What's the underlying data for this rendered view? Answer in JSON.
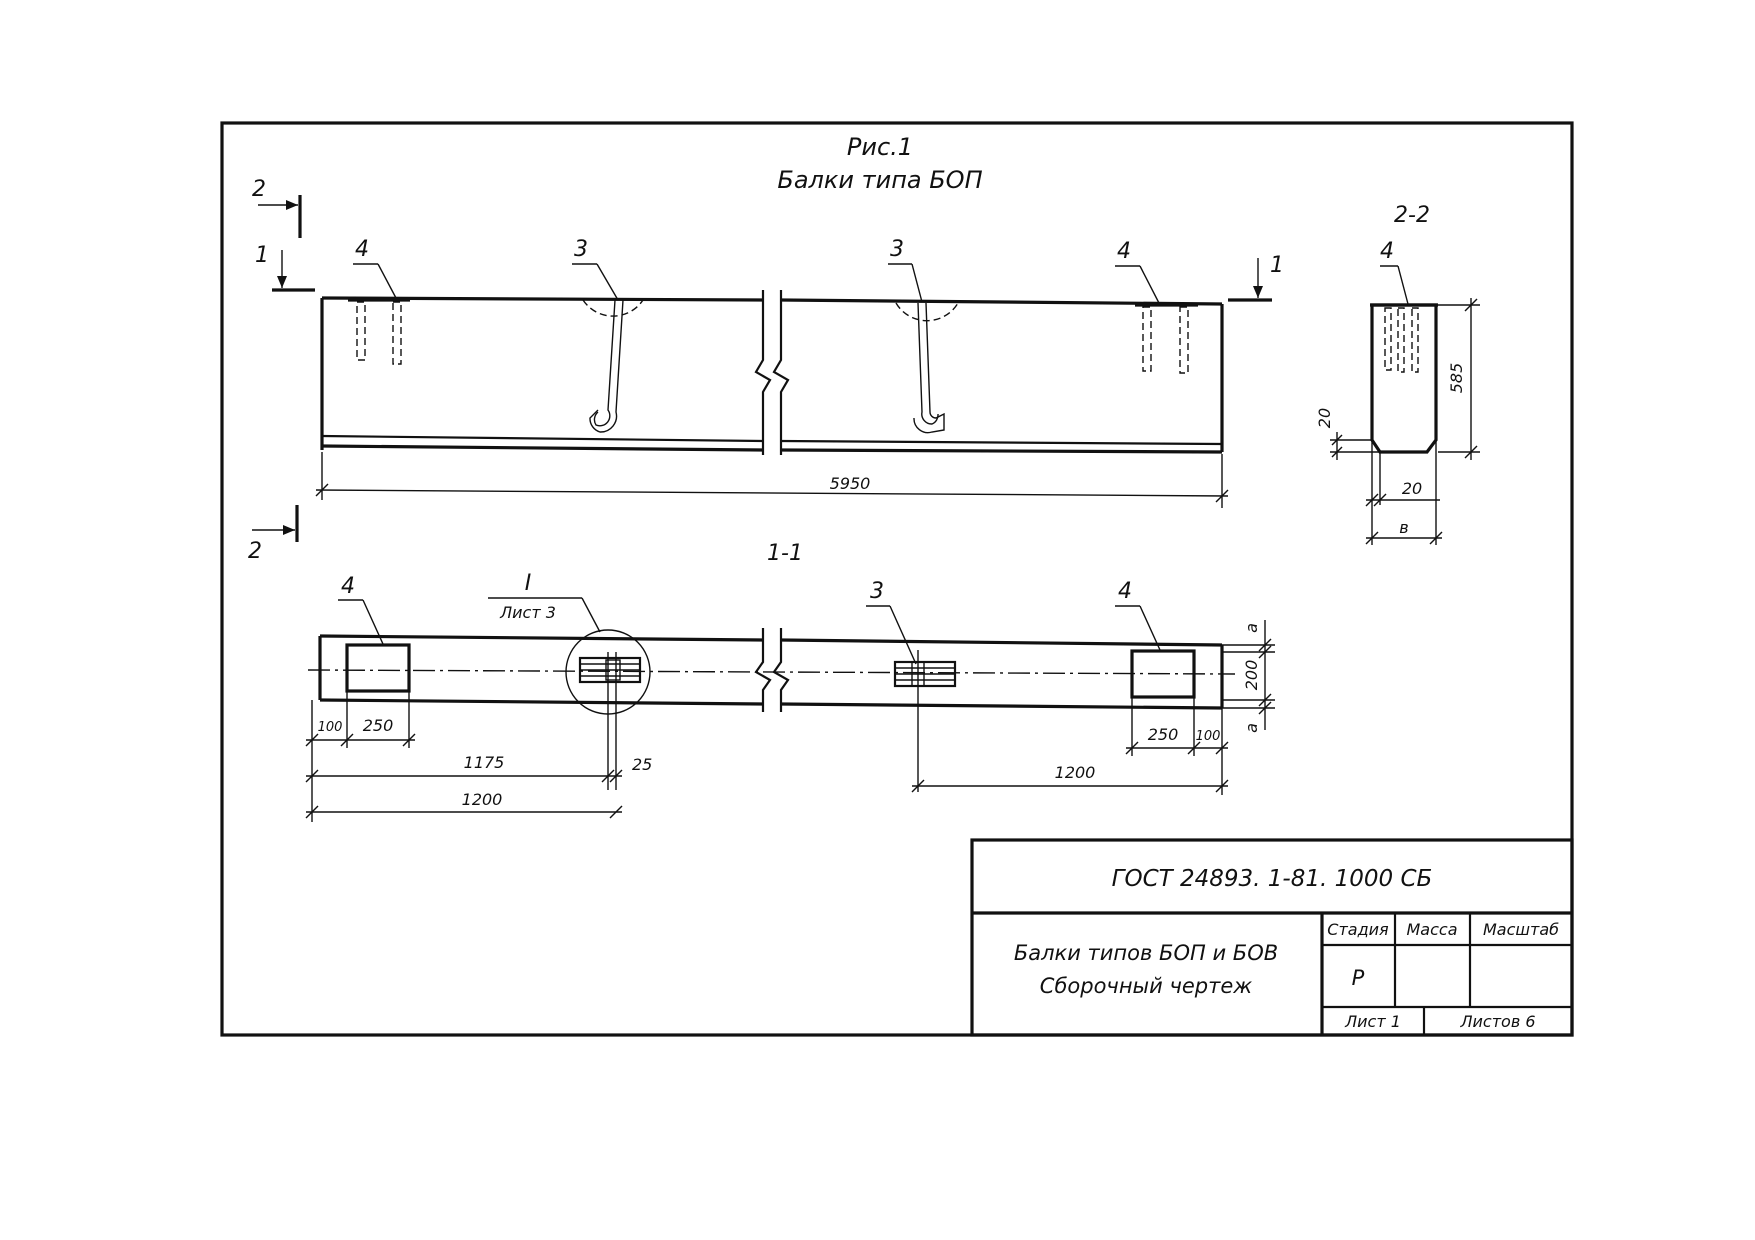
{
  "figure": {
    "caption": "Рис.1",
    "subtitle": "Балки типа БОП"
  },
  "sections": {
    "cut_1_1": "1-1",
    "cut_2_2": "2-2",
    "mark_1": "1",
    "mark_2": "2"
  },
  "callouts": {
    "p3": "3",
    "p4": "4",
    "node_I": "I",
    "node_sheet": "Лист 3"
  },
  "dimensions": {
    "beam_length": "5950",
    "height": "585",
    "chamfer_v": "20",
    "chamfer_h": "20",
    "width": "в",
    "offset_a": "а",
    "section_width": "200",
    "edge_100": "100",
    "plate_250": "250",
    "d_1175": "1175",
    "d_25": "25",
    "d_1200": "1200"
  },
  "title_block": {
    "doc_code": "ГОСТ 24893. 1-81. 1000 СБ",
    "name_line1": "Балки типов БОП и БОВ",
    "name_line2": "Сборочный чертеж",
    "col_stage": "Стадия",
    "col_mass": "Масса",
    "col_scale": "Масштаб",
    "stage_value": "Р",
    "sheet": "Лист 1",
    "sheets_total": "Листов 6"
  }
}
